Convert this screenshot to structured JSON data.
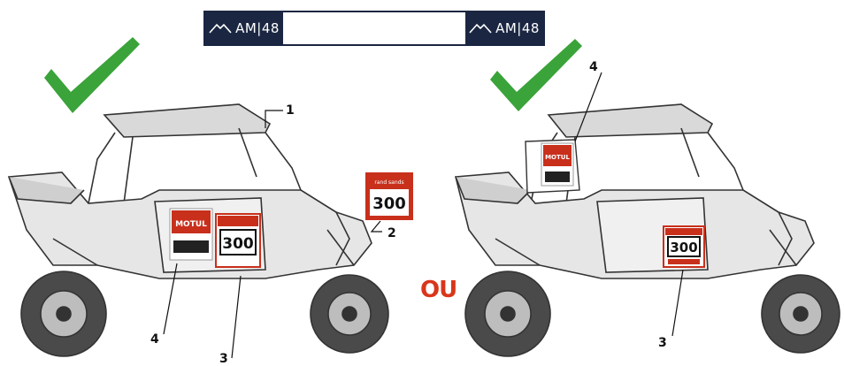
{
  "banner": {
    "logo_left_text": "AM|48",
    "logo_right_text": "AM|48"
  },
  "separator_text": "OU",
  "labels": {
    "left": {
      "l1": "1",
      "l2": "2",
      "l3": "3",
      "l4": "4"
    },
    "right": {
      "r3": "3",
      "r4": "4"
    }
  },
  "plate": {
    "number": "300",
    "header_text": "rand sands"
  },
  "sticker": {
    "brand": "MOTUL"
  },
  "colors": {
    "check": "#3aa33a",
    "accent_red": "#c8301c",
    "ou": "#d9361b",
    "banner": "#1b2742"
  }
}
